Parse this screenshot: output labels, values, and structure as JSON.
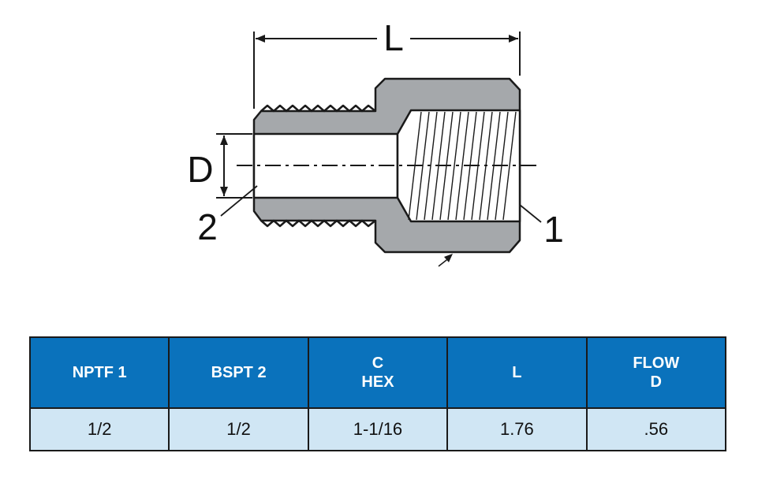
{
  "drawing": {
    "labels": {
      "length": "L",
      "diameter": "D",
      "port_1": "1",
      "port_2": "2"
    },
    "colors": {
      "body_fill": "#a5a8ab",
      "bore_fill": "#ffffff",
      "outline": "#1a1a1a"
    }
  },
  "table": {
    "colors": {
      "header_bg": "#0a72bc",
      "header_text": "#ffffff",
      "row_bg": "#d0e6f4"
    },
    "headers": [
      [
        "NPTF 1"
      ],
      [
        "BSPT 2"
      ],
      [
        "C",
        "HEX"
      ],
      [
        "L"
      ],
      [
        "FLOW",
        "D"
      ]
    ],
    "rows": [
      [
        "1/2",
        "1/2",
        "1-1/16",
        "1.76",
        ".56"
      ]
    ]
  }
}
